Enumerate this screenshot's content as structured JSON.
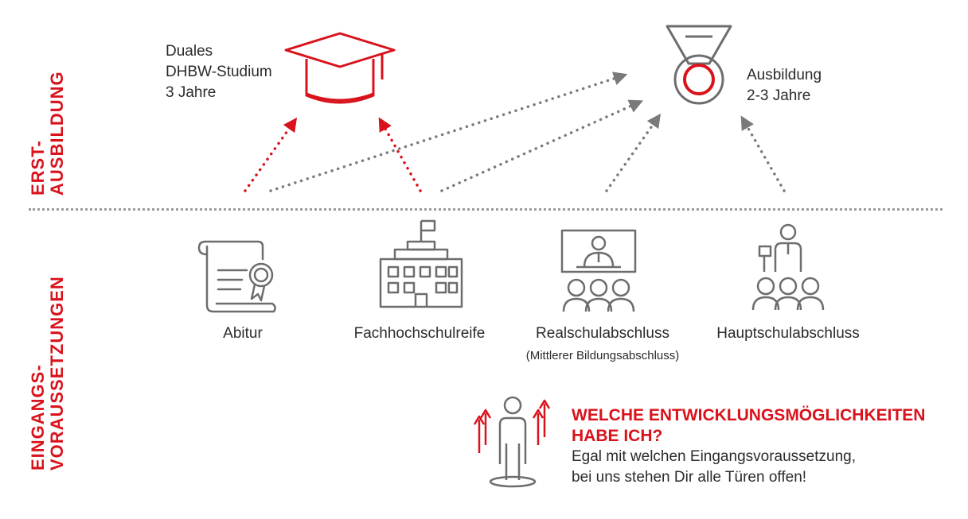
{
  "sections": {
    "top": {
      "line1": "ERST-",
      "line2": "AUSBILDUNG"
    },
    "bottom": {
      "line1": "EINGANGS-",
      "line2": "VORAUSSETZUNGEN"
    }
  },
  "outcomes": {
    "study": {
      "line1": "Duales",
      "line2": "DHBW-Studium",
      "line3": "3 Jahre",
      "icon": "graduation-cap-icon"
    },
    "apprenticeship": {
      "line1": "Ausbildung",
      "line2": "2-3 Jahre",
      "icon": "medal-icon"
    }
  },
  "prerequisites": [
    {
      "label": "Abitur",
      "icon": "certificate-icon"
    },
    {
      "label": "Fachhochschulreife",
      "icon": "school-building-icon"
    },
    {
      "label": "Realschulabschluss",
      "sub": "(Mittlerer Bildungsabschluss)",
      "icon": "classroom-icon"
    },
    {
      "label": "Hauptschulabschluss",
      "icon": "instructor-icon"
    }
  ],
  "callout": {
    "headline_line1": "WELCHE ENTWICKLUNGSMÖGLICHKEITEN",
    "headline_line2": "HABE ICH?",
    "body_line1": "Egal mit welchen Eingangsvoraussetzung,",
    "body_line2": "bei uns stehen Dir alle Türen offen!",
    "icon": "person-growth-icon"
  },
  "colors": {
    "accent": "#d9121b",
    "icon_gray": "#6d6d6d",
    "arrow_gray": "#7a7a7a",
    "text": "#2b2b2b"
  }
}
